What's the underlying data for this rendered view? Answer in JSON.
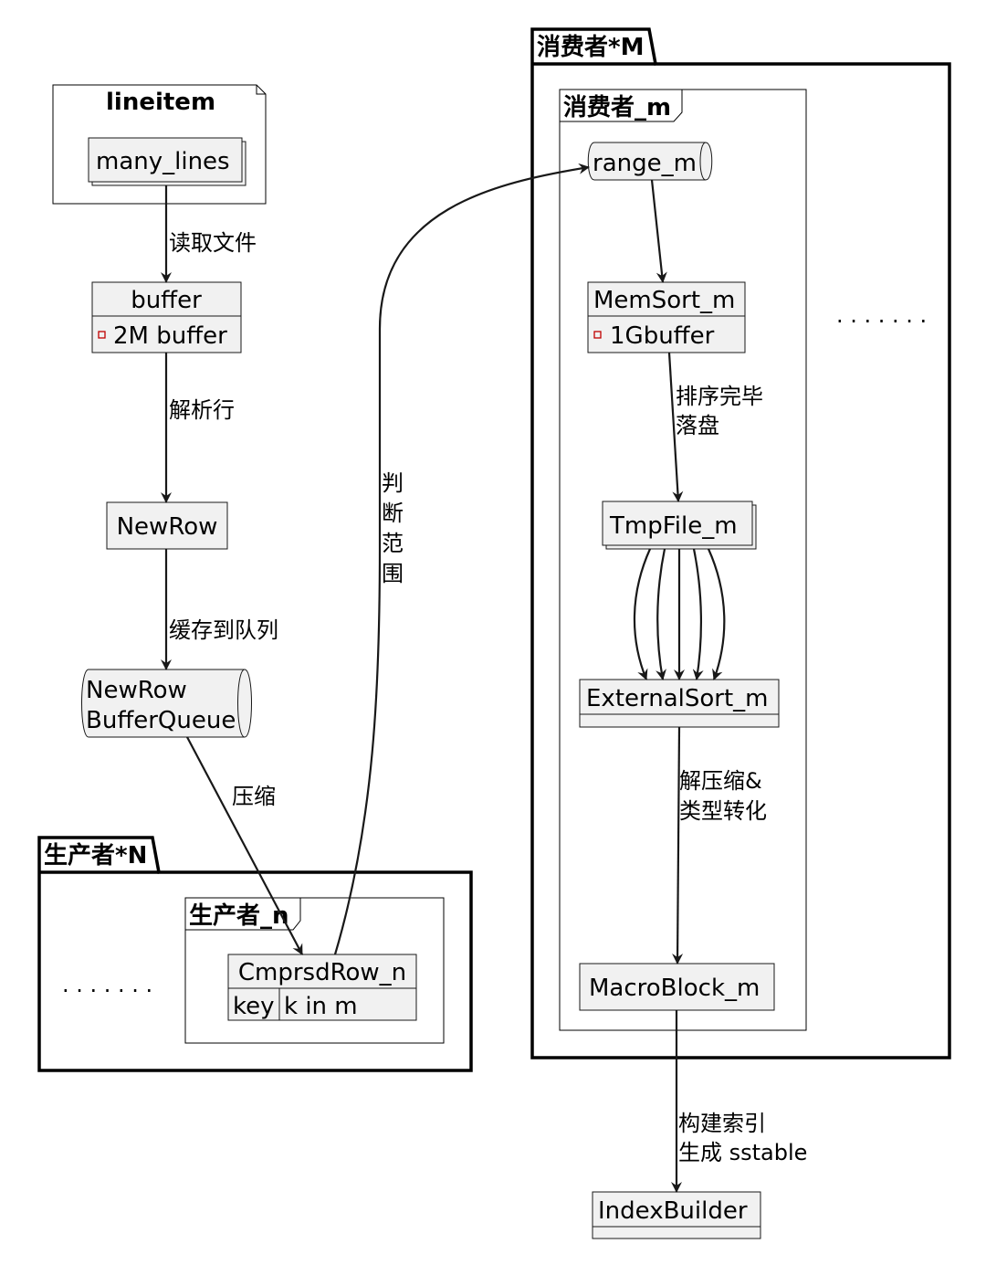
{
  "packages": {
    "consumer_outer": "消费者*M",
    "consumer_inner": "消费者_m",
    "producer_outer": "生产者*N",
    "producer_inner": "生产者_n",
    "lineitem": "lineitem"
  },
  "nodes": {
    "many_lines": "many_lines",
    "buffer": "buffer",
    "buffer_field": "2M buffer",
    "newrow": "NewRow",
    "queue_line1": "NewRow",
    "queue_line2": "BufferQueue",
    "cmprsd_title": "CmprsdRow_n",
    "cmprsd_key": "key",
    "cmprsd_value": "k in m",
    "range_m": "range_m",
    "memsort_title": "MemSort_m",
    "memsort_field": "1Gbuffer",
    "tmpfile": "TmpFile_m",
    "externalsort": "ExternalSort_m",
    "macroblock": "MacroBlock_m",
    "indexbuilder": "IndexBuilder"
  },
  "edges": {
    "read_file": "读取文件",
    "parse_line": "解析行",
    "cache_queue": "缓存到队列",
    "compress": "压缩",
    "judge_range": [
      "判",
      "断",
      "范",
      "围"
    ],
    "sort_done": [
      "排序完毕",
      "落盘"
    ],
    "decompress": [
      "解压缩&",
      "类型转化"
    ],
    "build_index": [
      "构建索引",
      "生成 sstable"
    ]
  },
  "ellipsis": {
    "producer": "· · · · · · ·",
    "consumer": "· · · · · · ·"
  },
  "colors": {
    "node_fill": "#f1f1f1",
    "stroke": "#181818",
    "field_marker": "#c00000"
  }
}
